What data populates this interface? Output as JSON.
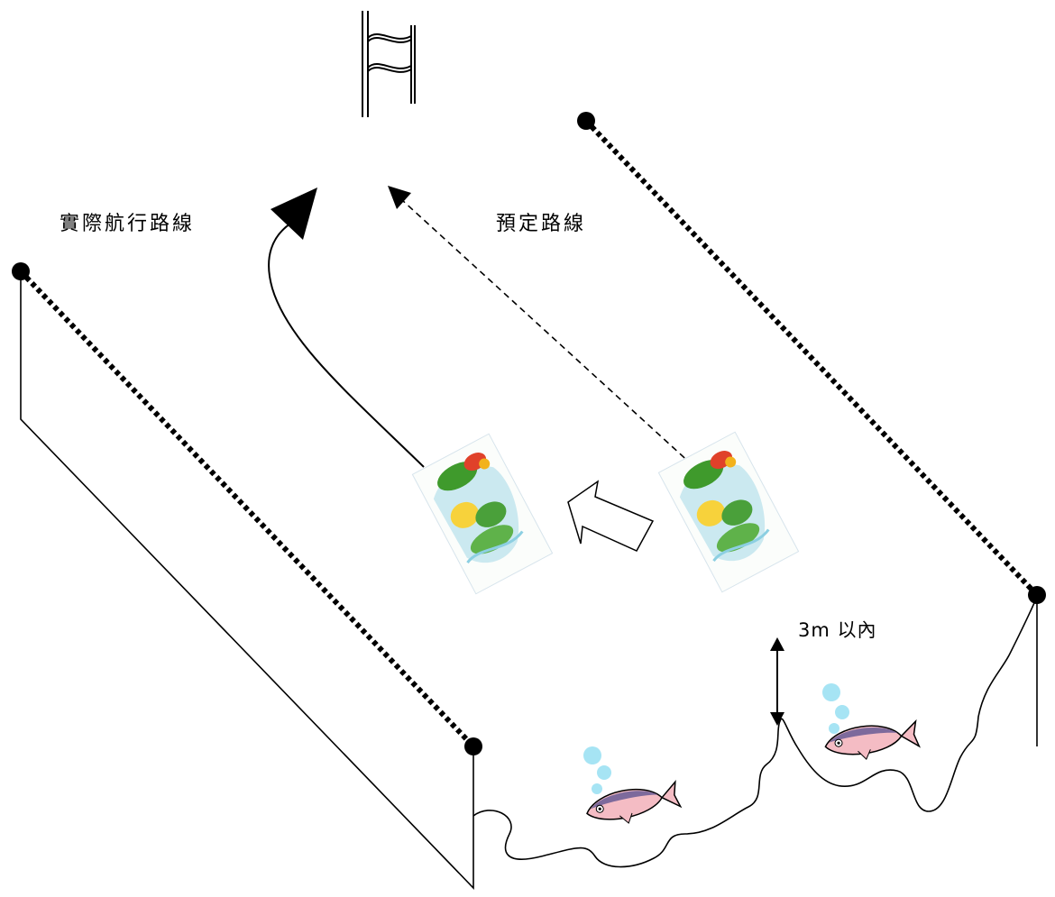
{
  "labels": {
    "actual_route": "實際航行路線",
    "planned_route": "預定路線",
    "depth_limit": "3m 以內"
  },
  "icons": {
    "ship_left": "ship-icon",
    "ship_right": "ship-icon",
    "fish_left": "fish-icon",
    "fish_right": "fish-icon",
    "flag": "flag-icon",
    "shift_arrow": "arrow-left-icon"
  },
  "colors": {
    "line": "#000000",
    "bubble": "#a6e4f4",
    "fish_body": "#f4bcc4",
    "fish_back": "#7d6a9c"
  }
}
